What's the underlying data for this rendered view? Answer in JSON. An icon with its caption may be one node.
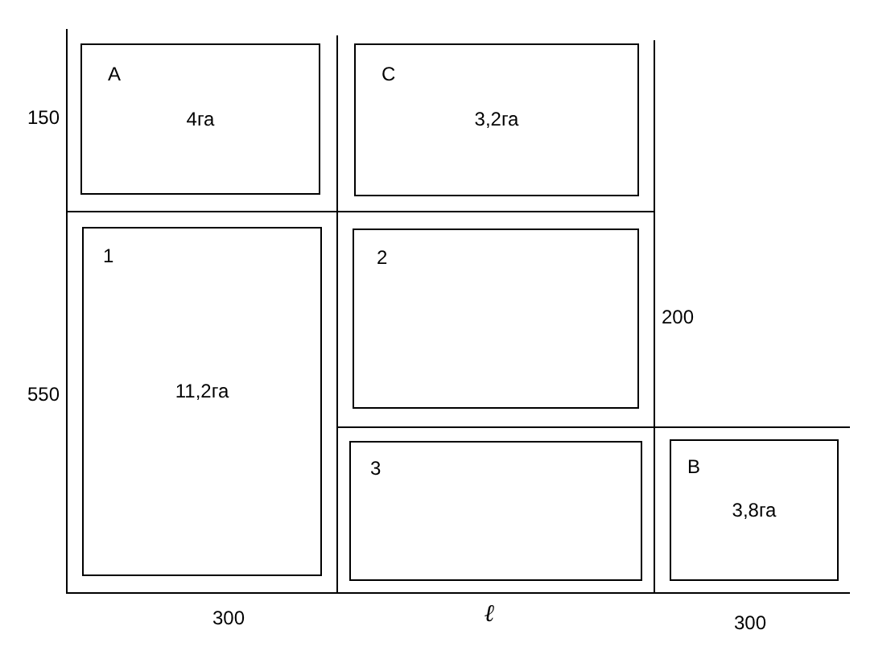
{
  "diagram": {
    "nodes": [
      {
        "text": [
          "A",
          "4га"
        ]
      },
      {
        "text": [
          "C",
          "3,2га"
        ]
      },
      {
        "text": [
          "1",
          "11,2га"
        ]
      },
      {
        "text": [
          "2"
        ]
      },
      {
        "text": [
          "3"
        ]
      },
      {
        "text": [
          "B",
          "3,8га"
        ]
      }
    ],
    "labels": [
      "150",
      "550",
      "200",
      "300",
      "ℓ",
      "300"
    ]
  }
}
